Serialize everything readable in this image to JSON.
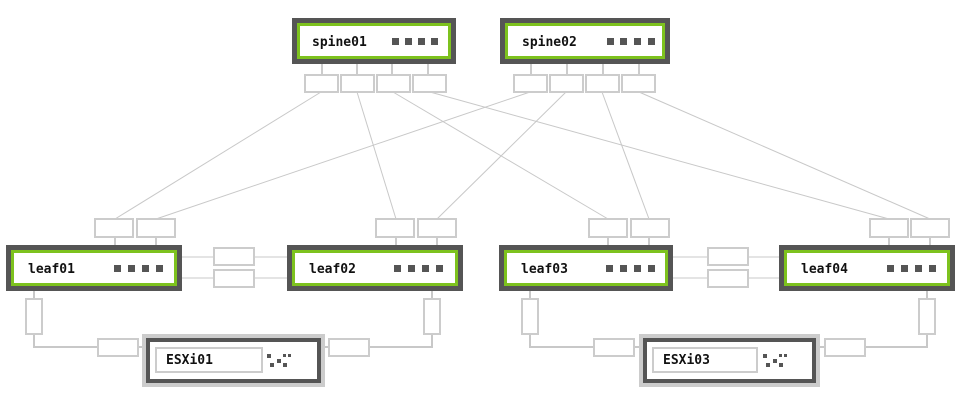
{
  "colors": {
    "switch_outer": "#555555",
    "switch_accent": "#7dc21e",
    "host_outer": "#555555",
    "host_frame": "#cccccc",
    "port": "#cccccc",
    "link": "#c8c8c8",
    "led": "#555555",
    "text": "#111111"
  },
  "spines": [
    {
      "id": "spine01",
      "label": "spine01"
    },
    {
      "id": "spine02",
      "label": "spine02"
    }
  ],
  "leaves": [
    {
      "id": "leaf01",
      "label": "leaf01"
    },
    {
      "id": "leaf02",
      "label": "leaf02"
    },
    {
      "id": "leaf03",
      "label": "leaf03"
    },
    {
      "id": "leaf04",
      "label": "leaf04"
    }
  ],
  "hosts": [
    {
      "id": "esxi01",
      "label": "ESXi01"
    },
    {
      "id": "esxi03",
      "label": "ESXi03"
    }
  ]
}
